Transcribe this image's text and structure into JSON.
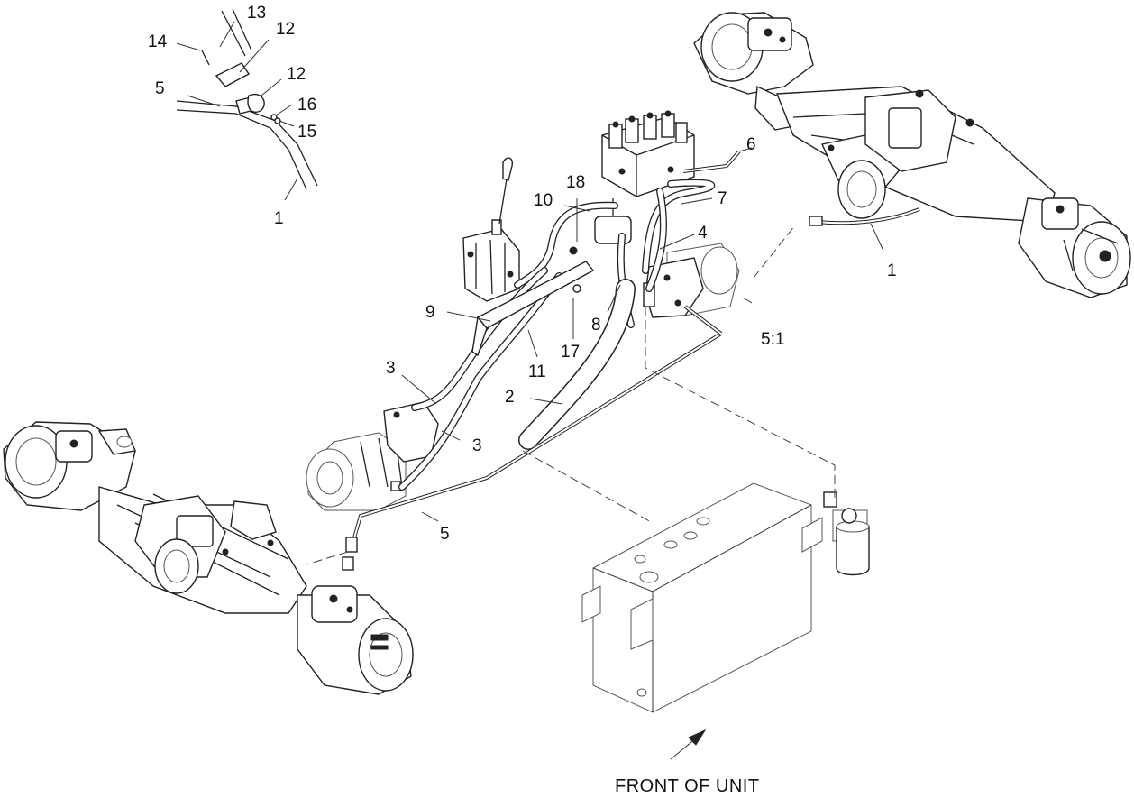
{
  "diagram": {
    "callouts": {
      "c13": "13",
      "c12a": "12",
      "c14": "14",
      "c12b": "12",
      "c5_top": "5",
      "c16": "16",
      "c15": "15",
      "c1_left": "1",
      "c6": "6",
      "c7": "7",
      "c18": "18",
      "c10": "10",
      "c4": "4",
      "c1_right": "1",
      "c9": "9",
      "c8": "8",
      "c5_1": "5:1",
      "c11": "11",
      "c17": "17",
      "c3a": "3",
      "c2": "2",
      "c3b": "3",
      "c5_bottom": "5"
    },
    "direction_label": "FRONT OF UNIT",
    "icons": [
      "arrow-icon"
    ],
    "colors": {
      "line": "#222222",
      "background": "#ffffff"
    }
  }
}
